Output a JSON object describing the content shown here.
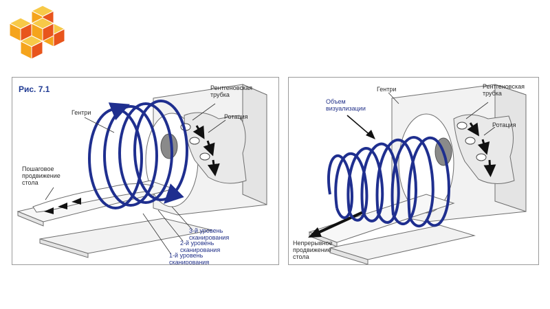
{
  "logo": {
    "icon": "isometric-cubes-logo",
    "colors": [
      "#f5a41c",
      "#e8551c",
      "#f7c948"
    ]
  },
  "left_figure": {
    "title": "Рис. 7.1",
    "gantry_label": "Гентри",
    "tube_label": "Рентгеновская\nтрубка",
    "rotation_label": "Ротация",
    "table_motion_label": "Пошаговое\nпродвижение\nстола",
    "level3_label": "3-й уровень\nсканирования",
    "level2_label": "2-й уровень\nсканирования",
    "level1_label": "1-й уровень\nсканирования"
  },
  "right_figure": {
    "gantry_label": "Гентри",
    "volume_label": "Объем\nвизуализации",
    "tube_label": "Рентгеновская\nтрубка",
    "rotation_label": "Ротация",
    "table_motion_label": "Непрерывное\nпродвижение\nстола"
  },
  "colors": {
    "helix": "#1f2f8f",
    "outline": "#6d6d6d",
    "fill": "#f2f2f2"
  }
}
